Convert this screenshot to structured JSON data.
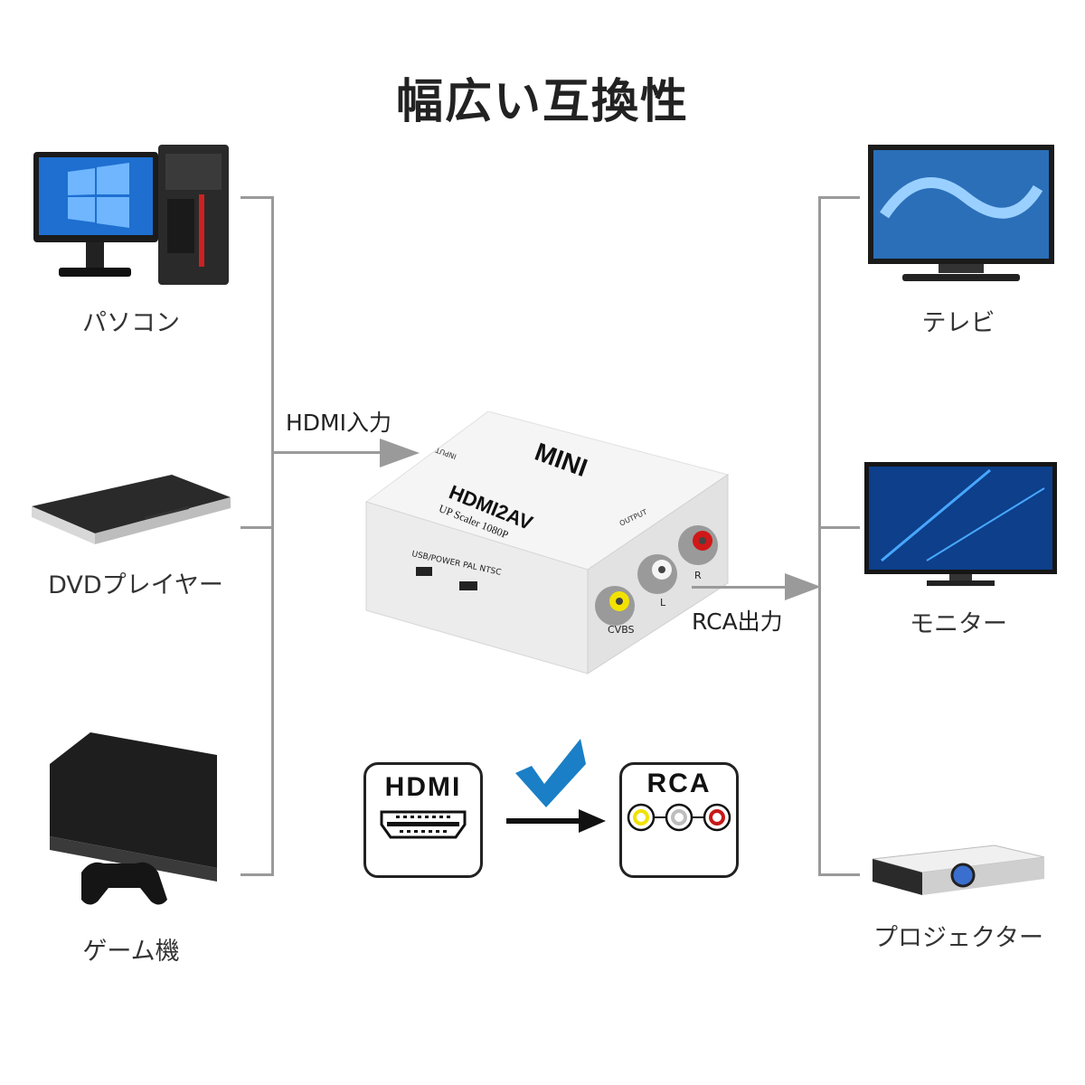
{
  "title": "幅広い互換性",
  "inputs": {
    "items": [
      {
        "label": "パソコン",
        "icon": "pc-icon"
      },
      {
        "label": "DVDプレイヤー",
        "icon": "dvd-player-icon"
      },
      {
        "label": "ゲーム機",
        "icon": "game-console-icon"
      }
    ],
    "flow_label": "HDMI入力"
  },
  "outputs": {
    "items": [
      {
        "label": "テレビ",
        "icon": "tv-icon"
      },
      {
        "label": "モニター",
        "icon": "monitor-icon"
      },
      {
        "label": "プロジェクター",
        "icon": "projector-icon"
      }
    ],
    "flow_label": "RCA出力"
  },
  "device": {
    "brand": "MINI",
    "model": "HDMI2AV",
    "subtitle": "UP Scaler 1080P",
    "input_label": "INPUT",
    "output_label": "OUTPUT",
    "usb_label": "USB/POWER",
    "switch_labels": "PAL NTSC",
    "ports": [
      "CVBS",
      "L",
      "R"
    ],
    "port_colors": [
      "#f2e200",
      "#f0f0f0",
      "#d01818"
    ]
  },
  "conversion": {
    "from": "HDMI",
    "to": "RCA",
    "check_color": "#1a7fc6"
  }
}
